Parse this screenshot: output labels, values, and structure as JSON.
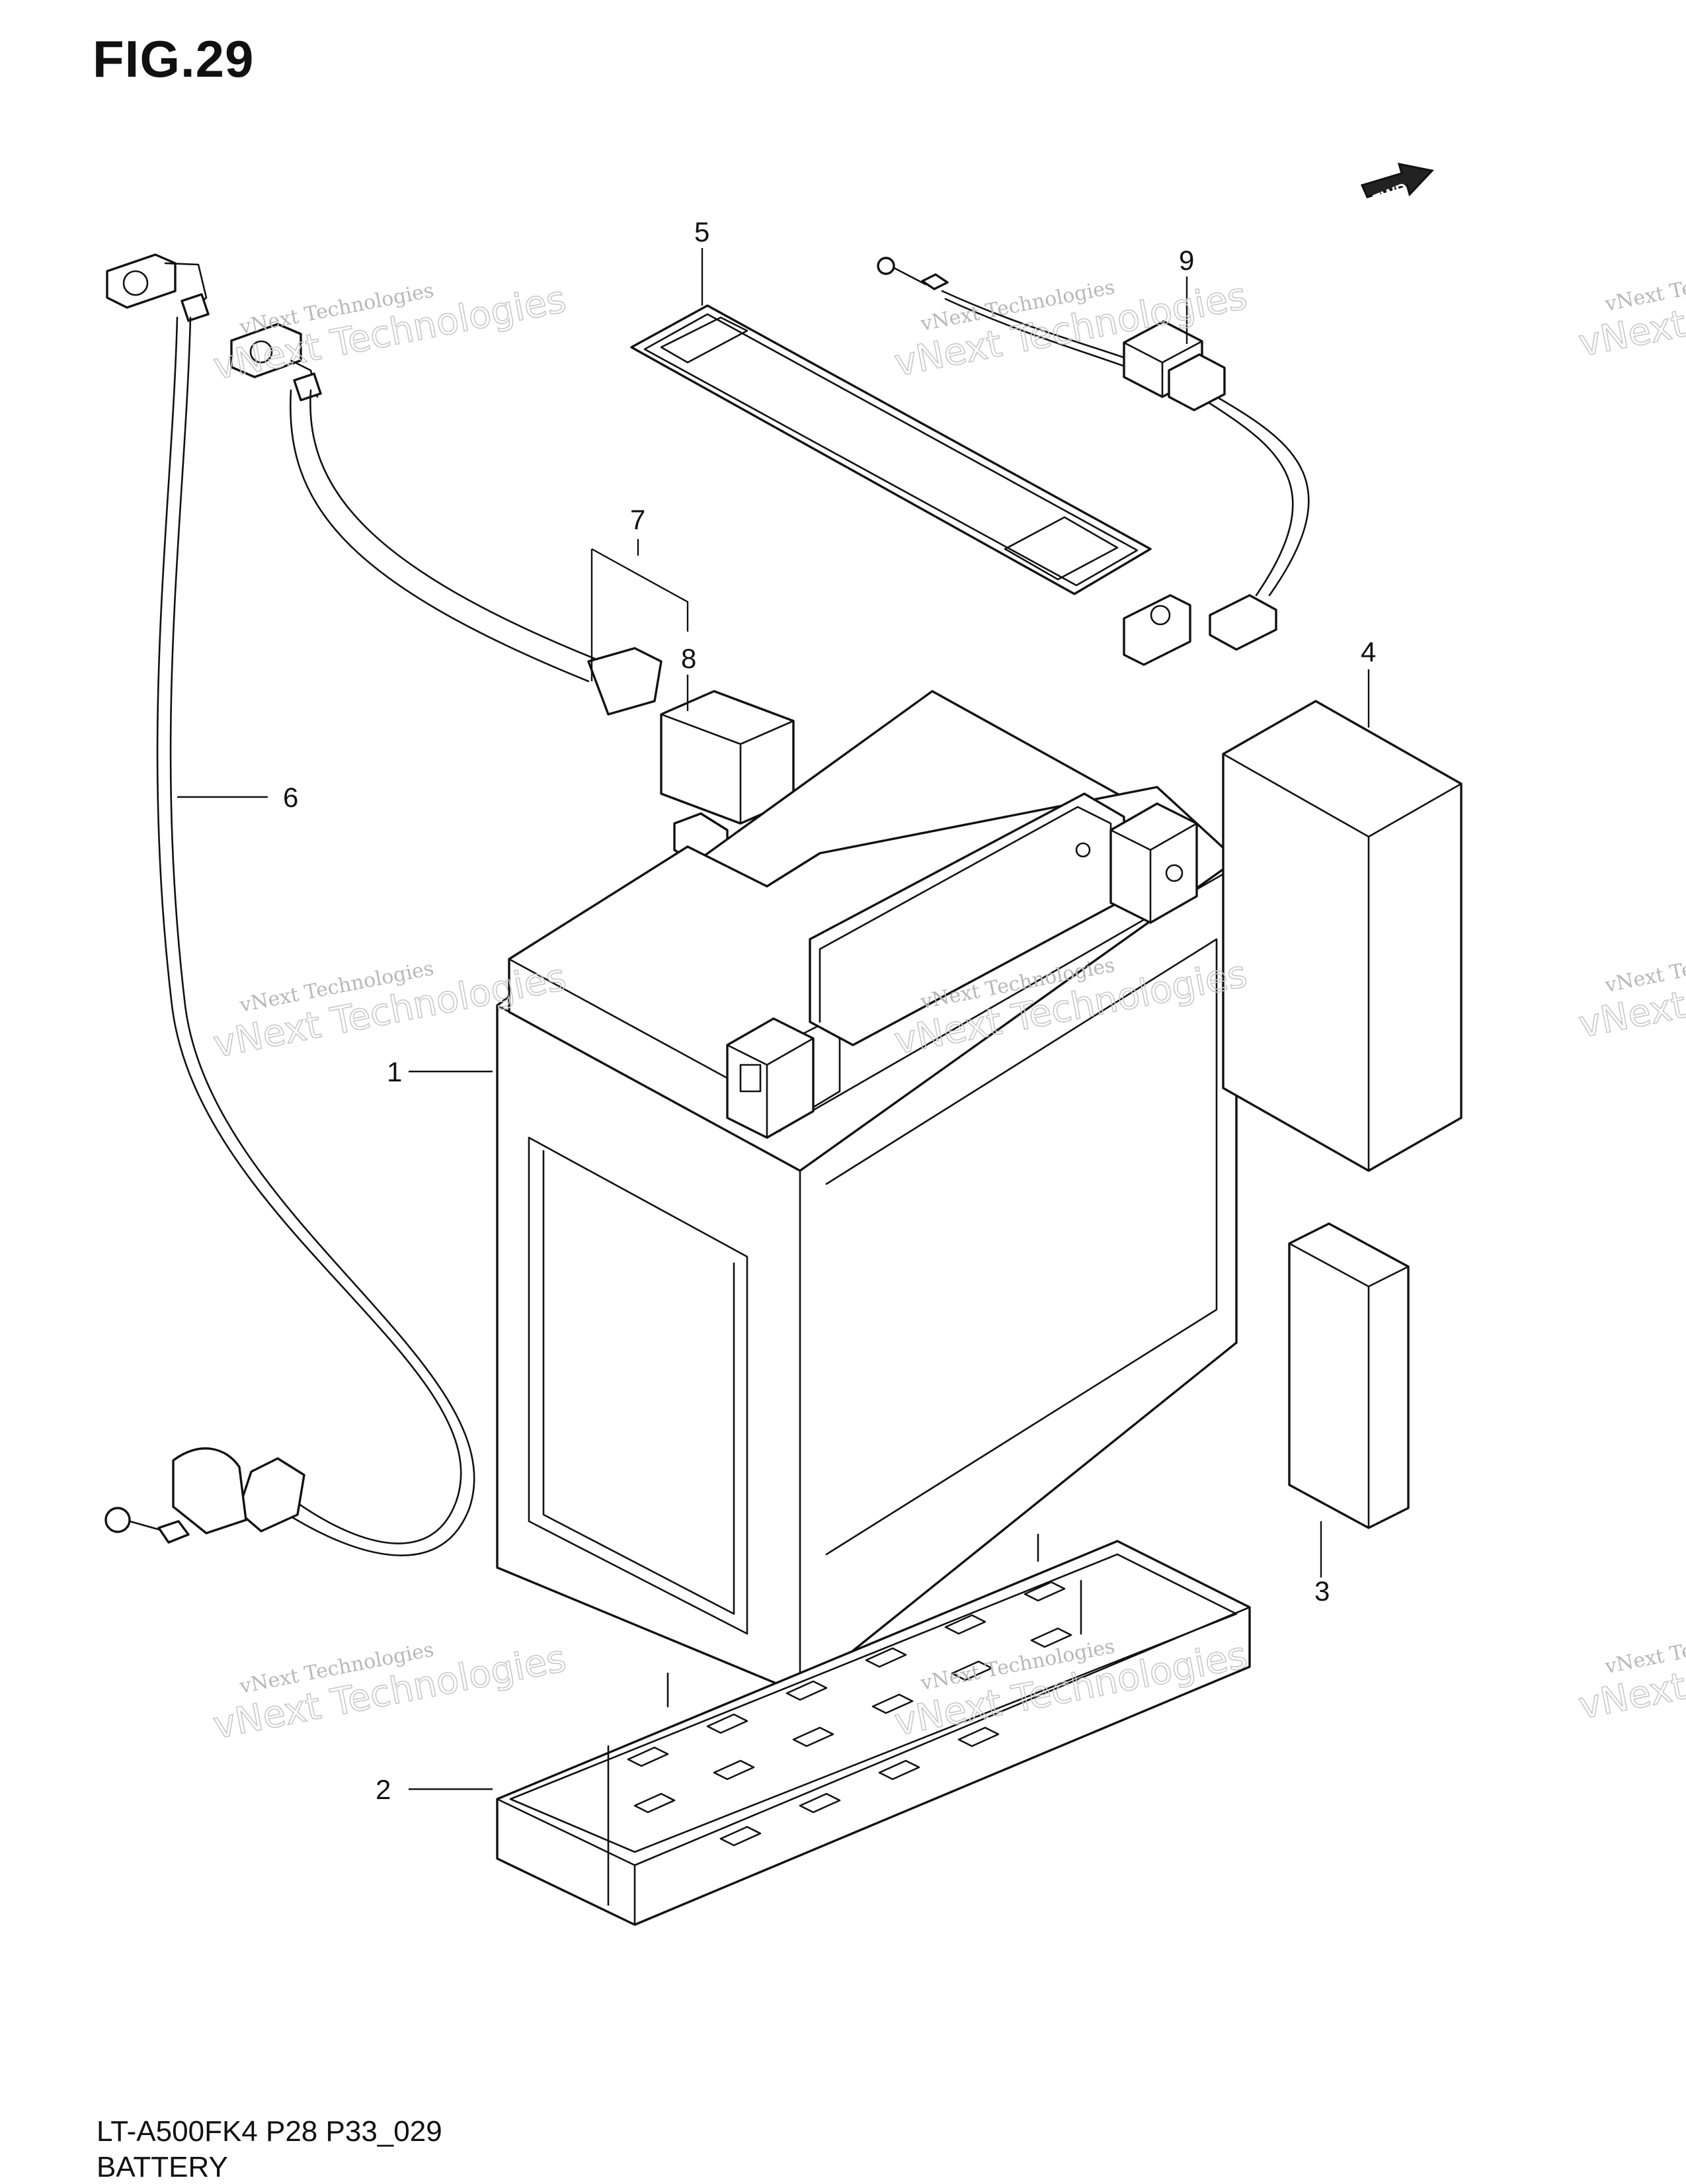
{
  "figure": {
    "title": "FIG.29"
  },
  "footer": {
    "code": "LT-A500FK4 P28 P33_029",
    "name": "BATTERY"
  },
  "direction_badge": {
    "text": "FWD"
  },
  "callouts": [
    "1",
    "2",
    "3",
    "4",
    "5",
    "6",
    "7",
    "8",
    "9"
  ],
  "watermark": {
    "line1": "vNext Technologies",
    "line2": "vNext Technologies"
  }
}
